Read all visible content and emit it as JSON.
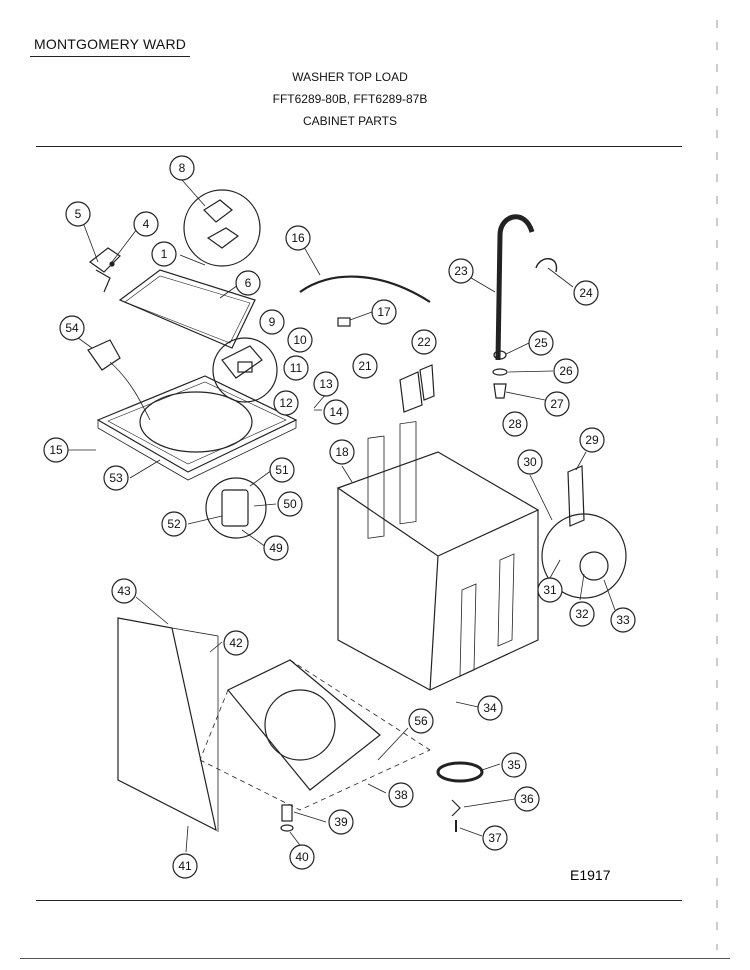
{
  "header": {
    "brand": "MONTGOMERY WARD",
    "title_line1": "WASHER TOP LOAD",
    "title_line2": "FFT6289-80B, FFT6289-87B",
    "title_line3": "CABINET PARTS"
  },
  "diagram": {
    "code": "E1917",
    "callouts": [
      "1",
      "4",
      "5",
      "6",
      "8",
      "9",
      "10",
      "11",
      "12",
      "13",
      "14",
      "15",
      "16",
      "17",
      "18",
      "21",
      "22",
      "23",
      "24",
      "25",
      "26",
      "27",
      "28",
      "29",
      "30",
      "31",
      "32",
      "33",
      "34",
      "35",
      "36",
      "37",
      "38",
      "39",
      "40",
      "41",
      "42",
      "43",
      "49",
      "50",
      "51",
      "52",
      "53",
      "54",
      "56"
    ]
  }
}
